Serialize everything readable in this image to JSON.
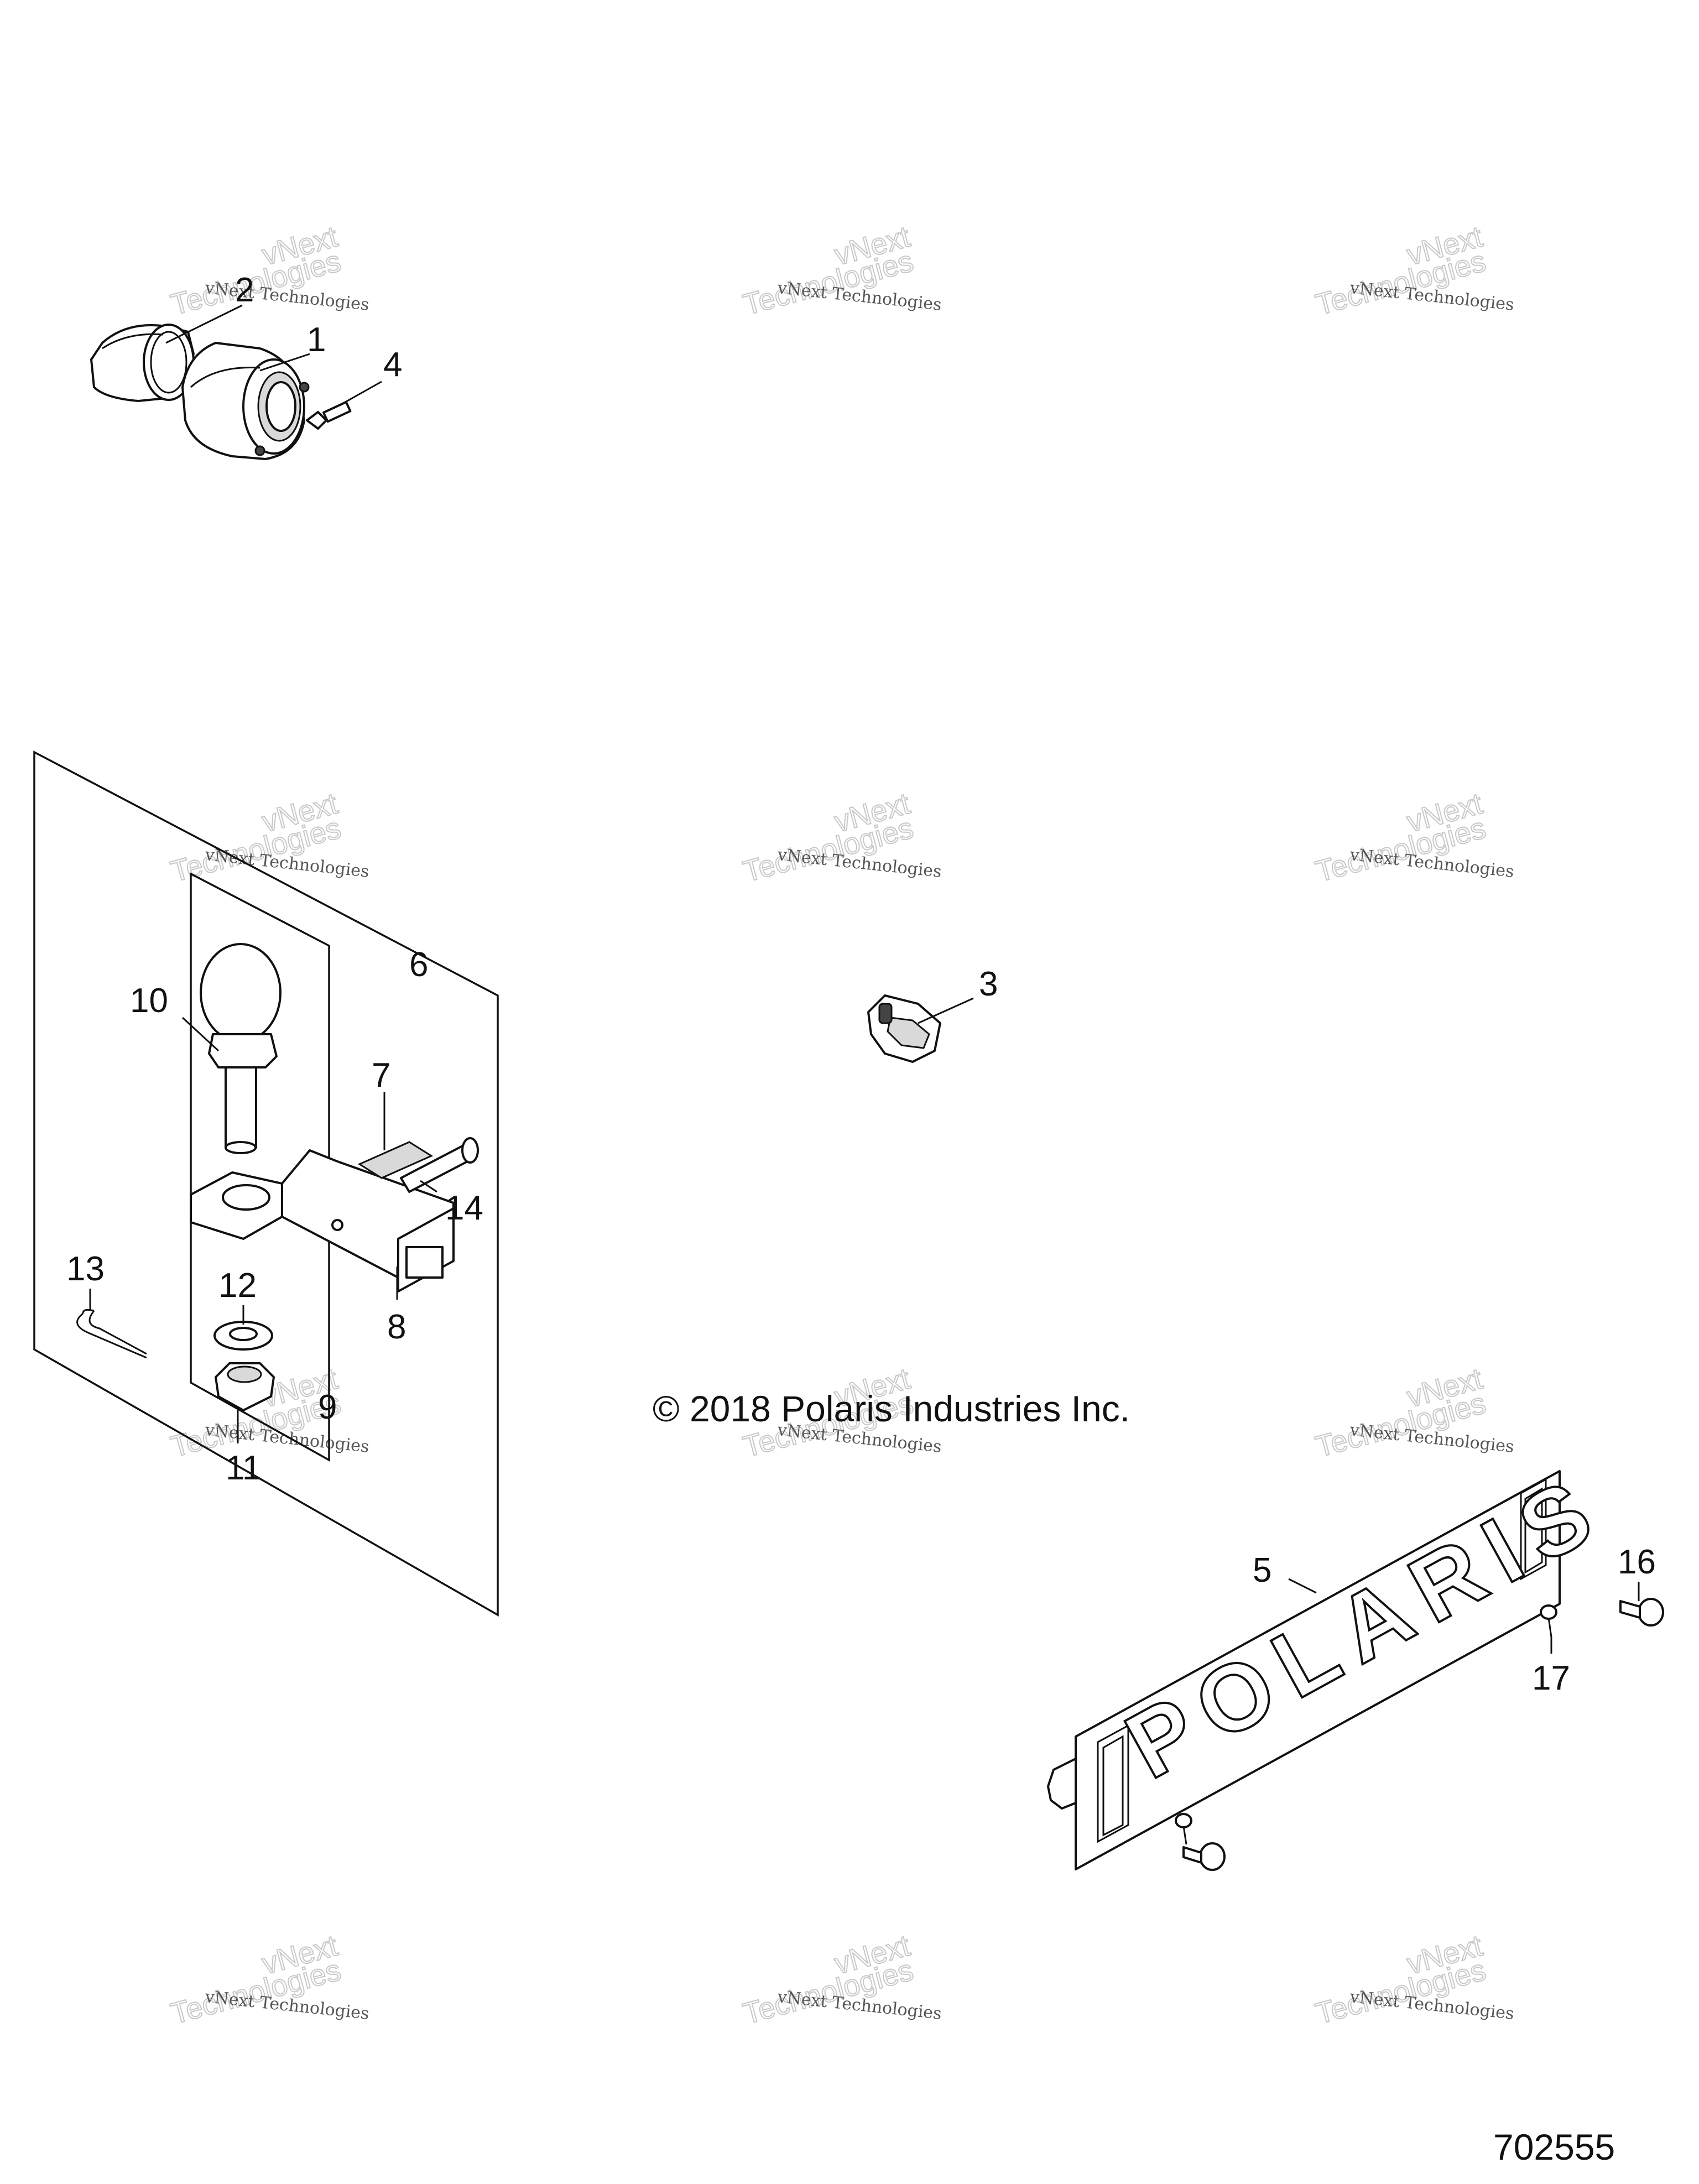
{
  "watermark": {
    "line1": "vNext Technologies",
    "line2": "vNext",
    "line3": "Technologies"
  },
  "copyright": "© 2018 Polaris Industries Inc.",
  "document_number": "702555",
  "plate_logo_text": "POLARIS",
  "callouts": {
    "c1": "1",
    "c2": "2",
    "c3": "3",
    "c4": "4",
    "c5": "5",
    "c6": "6",
    "c7": "7",
    "c8": "8",
    "c9": "9",
    "c10": "10",
    "c11": "11",
    "c12": "12",
    "c13": "13",
    "c14": "14",
    "c16": "16",
    "c17": "17"
  }
}
